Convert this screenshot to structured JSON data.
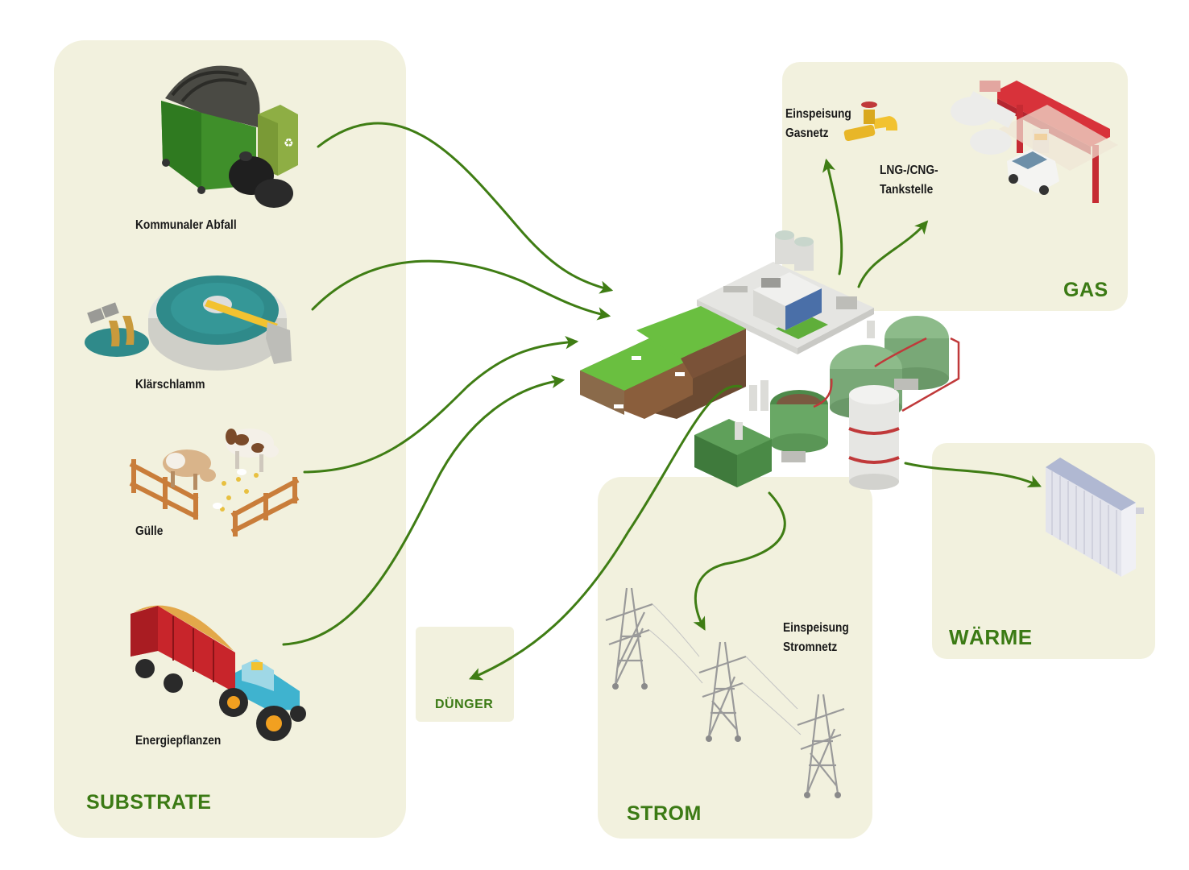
{
  "colors": {
    "panel_bg": "#f2f1de",
    "accent_green": "#3b7a14",
    "arrow_green": "#3f7d14"
  },
  "panels": {
    "substrate": {
      "title": "SUBSTRATE"
    },
    "gas": {
      "title": "GAS"
    },
    "strom": {
      "title": "STROM"
    },
    "waerme": {
      "title": "WÄRME"
    },
    "duenger": {
      "title": "DÜNGER"
    }
  },
  "substrates": [
    {
      "label": "Kommunaler Abfall",
      "icon": "waste-container-icon"
    },
    {
      "label": "Klärschlamm",
      "icon": "sewage-plant-icon"
    },
    {
      "label": "Gülle",
      "icon": "cows-icon"
    },
    {
      "label": "Energiepflanzen",
      "icon": "tractor-trailer-icon"
    }
  ],
  "gas_outputs": {
    "grid_line1": "Einspeisung",
    "grid_line2": "Gasnetz",
    "station_line1": "LNG-/CNG-",
    "station_line2": "Tankstelle"
  },
  "strom_outputs": {
    "line1": "Einspeisung",
    "line2": "Stromnetz"
  },
  "icons": [
    "biogas-plant-icon",
    "gas-valve-icon",
    "gas-station-icon",
    "radiator-icon",
    "power-pylon-icon"
  ]
}
